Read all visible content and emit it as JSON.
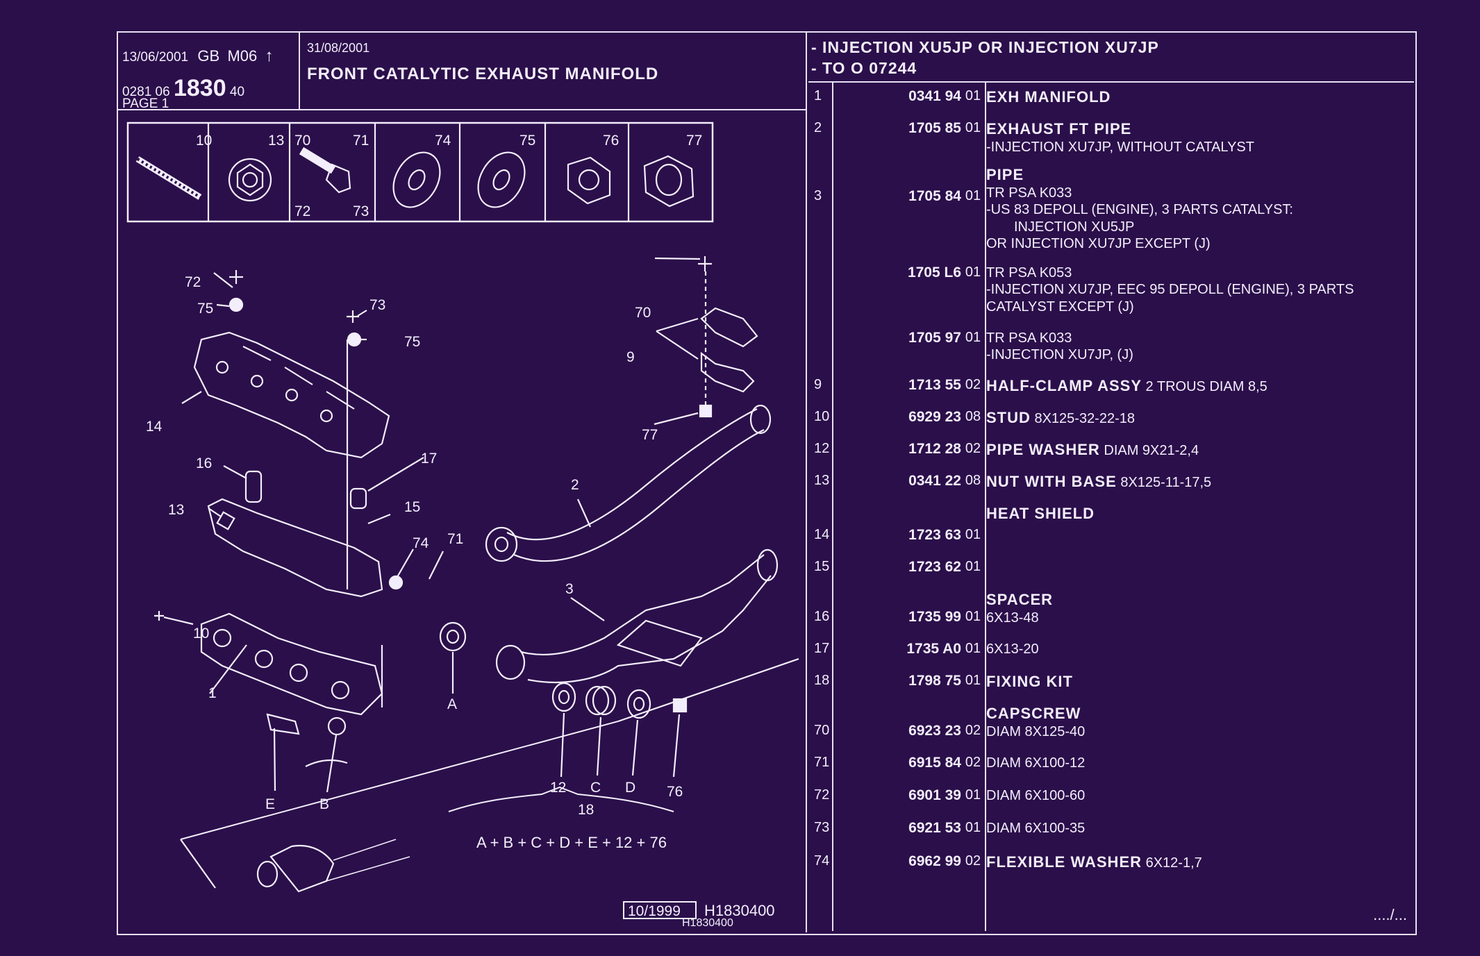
{
  "header": {
    "date": "13/06/2001",
    "region": "GB",
    "model": "M06",
    "arrow": "↑",
    "code_prefix": "0281 06",
    "code_main": "1830",
    "code_suffix": "40",
    "page": "PAGE 1",
    "doc_date": "31/08/2001",
    "title": "FRONT CATALYTIC EXHAUST MANIFOLD",
    "applicability_1": "- INJECTION XU5JP OR  INJECTION XU7JP",
    "applicability_2": "- TO  O   07244"
  },
  "thumbnails": [
    {
      "num": "10"
    },
    {
      "num": "13"
    },
    {
      "num": "70",
      "num2": "71",
      "num3": "72",
      "num4": "73"
    },
    {
      "num": "74"
    },
    {
      "num": "75"
    },
    {
      "num": "76"
    },
    {
      "num": "77"
    }
  ],
  "callouts": {
    "c72": "72",
    "c75a": "75",
    "c73a": "73",
    "c75b": "75",
    "c14": "14",
    "c16": "16",
    "c17": "17",
    "c13": "13",
    "c15": "15",
    "c74": "74",
    "c71": "71",
    "c10": "10",
    "c1": "1",
    "cE": "E",
    "cB": "B",
    "cA": "A",
    "c70": "70",
    "c9": "9",
    "c77": "77",
    "c2": "2",
    "c3": "3",
    "c12": "12",
    "cC": "C",
    "cD": "D",
    "c76": "76",
    "c18": "18",
    "kit_formula": "A + B + C + D + E + 12 + 76",
    "stamp_date": "10/1999",
    "stamp_ref": "H1830400",
    "footer_ref": "H1830400"
  },
  "parts": [
    {
      "idx": "1",
      "ref": "0341 94",
      "qty": "01",
      "lines": [
        {
          "b": "EXH MANIFOLD",
          "t": ""
        }
      ]
    },
    {
      "idx": "2",
      "ref": "1705 85",
      "qty": "01",
      "lines": [
        {
          "b": "EXHAUST FT PIPE",
          "t": ""
        },
        {
          "b": "",
          "t": "-INJECTION XU7JP, WITHOUT CATALYST"
        }
      ]
    },
    {
      "idx": "3",
      "ref": "1705 84",
      "qty": "01",
      "lines": [
        {
          "b": "PIPE",
          "t": ""
        },
        {
          "b": "",
          "t": "TR PSA K033"
        },
        {
          "b": "",
          "t": "-US 83 DEPOLL (ENGINE), 3 PARTS CATALYST:"
        },
        {
          "b": "",
          "t": "     INJECTION XU5JP"
        },
        {
          "b": "",
          "t": "OR INJECTION XU7JP EXCEPT  (J)"
        }
      ]
    },
    {
      "idx": "",
      "ref": "1705 L6",
      "qty": "01",
      "lines": [
        {
          "b": "",
          "t": "TR PSA K053"
        },
        {
          "b": "",
          "t": "-INJECTION XU7JP, EEC 95 DEPOLL (ENGINE), 3 PARTS"
        },
        {
          "b": "",
          "t": "CATALYST EXCEPT  (J)"
        }
      ]
    },
    {
      "idx": "",
      "ref": "1705 97",
      "qty": "01",
      "lines": [
        {
          "b": "",
          "t": "TR PSA K033"
        },
        {
          "b": "",
          "t": "-INJECTION XU7JP, (J)"
        }
      ]
    },
    {
      "idx": "9",
      "ref": "1713 55",
      "qty": "02",
      "lines": [
        {
          "b": "HALF-CLAMP ASSY",
          "t": " 2 TROUS DIAM 8,5"
        }
      ]
    },
    {
      "idx": "10",
      "ref": "6929 23",
      "qty": "08",
      "lines": [
        {
          "b": "STUD",
          "t": " 8X125-32-22-18"
        }
      ]
    },
    {
      "idx": "12",
      "ref": "1712 28",
      "qty": "02",
      "lines": [
        {
          "b": "PIPE WASHER",
          "t": " DIAM 9X21-2,4"
        }
      ]
    },
    {
      "idx": "13",
      "ref": "0341 22",
      "qty": "08",
      "lines": [
        {
          "b": "NUT WITH BASE",
          "t": " 8X125-11-17,5"
        }
      ]
    },
    {
      "idx": "14",
      "ref": "1723 63",
      "qty": "01",
      "lines": [
        {
          "b": "HEAT SHIELD",
          "t": ""
        }
      ]
    },
    {
      "idx": "15",
      "ref": "1723 62",
      "qty": "01",
      "lines": []
    },
    {
      "idx": "16",
      "ref": "1735 99",
      "qty": "01",
      "lines": [
        {
          "b": "SPACER",
          "t": ""
        },
        {
          "b": "",
          "t": "6X13-48"
        }
      ]
    },
    {
      "idx": "17",
      "ref": "1735 A0",
      "qty": "01",
      "lines": [
        {
          "b": "",
          "t": "6X13-20"
        }
      ]
    },
    {
      "idx": "18",
      "ref": "1798 75",
      "qty": "01",
      "lines": [
        {
          "b": "FIXING KIT",
          "t": ""
        }
      ]
    },
    {
      "idx": "70",
      "ref": "6923 23",
      "qty": "02",
      "lines": [
        {
          "b": "CAPSCREW",
          "t": ""
        },
        {
          "b": "",
          "t": "DIAM 8X125-40"
        }
      ]
    },
    {
      "idx": "71",
      "ref": "6915 84",
      "qty": "02",
      "lines": [
        {
          "b": "",
          "t": "DIAM 6X100-12"
        }
      ]
    },
    {
      "idx": "72",
      "ref": "6901 39",
      "qty": "01",
      "lines": [
        {
          "b": "",
          "t": "DIAM 6X100-60"
        }
      ]
    },
    {
      "idx": "73",
      "ref": "6921 53",
      "qty": "01",
      "lines": [
        {
          "b": "",
          "t": "DIAM 6X100-35"
        }
      ]
    },
    {
      "idx": "74",
      "ref": "6962 99",
      "qty": "02",
      "lines": [
        {
          "b": "FLEXIBLE WASHER",
          "t": " 6X12-1,7"
        }
      ]
    }
  ],
  "footer_continue": "..../..."
}
